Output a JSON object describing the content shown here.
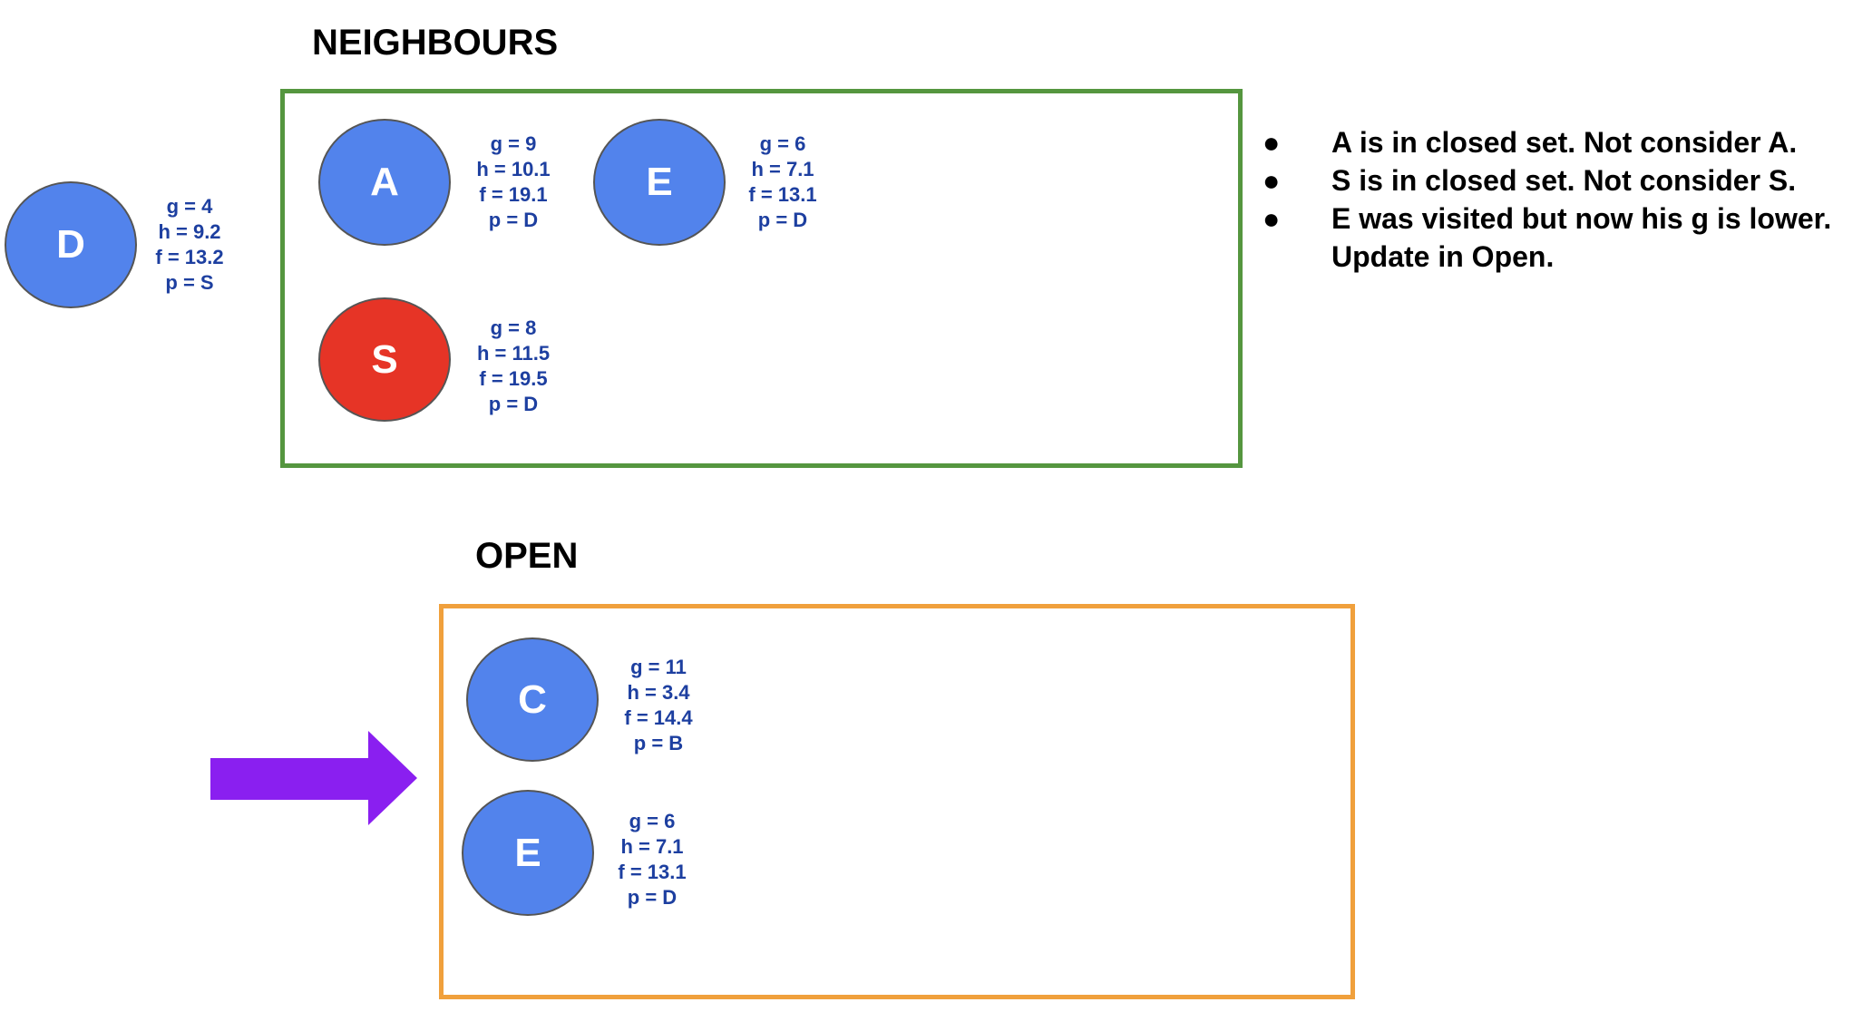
{
  "sections": {
    "neighbours_title": "NEIGHBOURS",
    "open_title": "OPEN"
  },
  "current_node": {
    "label": "D",
    "color": "#5283ec",
    "g": "g = 4",
    "h": "h = 9.2",
    "f": "f = 13.2",
    "p": "p = S"
  },
  "neighbours": [
    {
      "label": "A",
      "color": "#5283ec",
      "g": "g = 9",
      "h": "h = 10.1",
      "f": "f = 19.1",
      "p": "p = D"
    },
    {
      "label": "E",
      "color": "#5283ec",
      "g": "g = 6",
      "h": "h = 7.1",
      "f": "f = 13.1",
      "p": "p = D"
    },
    {
      "label": "S",
      "color": "#e63426",
      "g": "g = 8",
      "h": "h = 11.5",
      "f": "f = 19.5",
      "p": "p = D"
    }
  ],
  "open": [
    {
      "label": "C",
      "color": "#5283ec",
      "g": "g = 11",
      "h": "h = 3.4",
      "f": "f = 14.4",
      "p": "p = B"
    },
    {
      "label": "E",
      "color": "#5283ec",
      "g": "g = 6",
      "h": "h = 7.1",
      "f": "f = 13.1",
      "p": "p = D"
    }
  ],
  "notes": [
    {
      "bullet": "●",
      "text": "A is in closed set. Not consider A."
    },
    {
      "bullet": "●",
      "text": "S is in closed set. Not consider S."
    },
    {
      "bullet": "●",
      "text": "E was visited but now his g is lower. Update in Open."
    }
  ],
  "colors": {
    "neighbours_frame": "#55963f",
    "open_frame": "#f0a03c",
    "arrow": "#8a1ff0",
    "info_text": "#1d3fa0"
  }
}
